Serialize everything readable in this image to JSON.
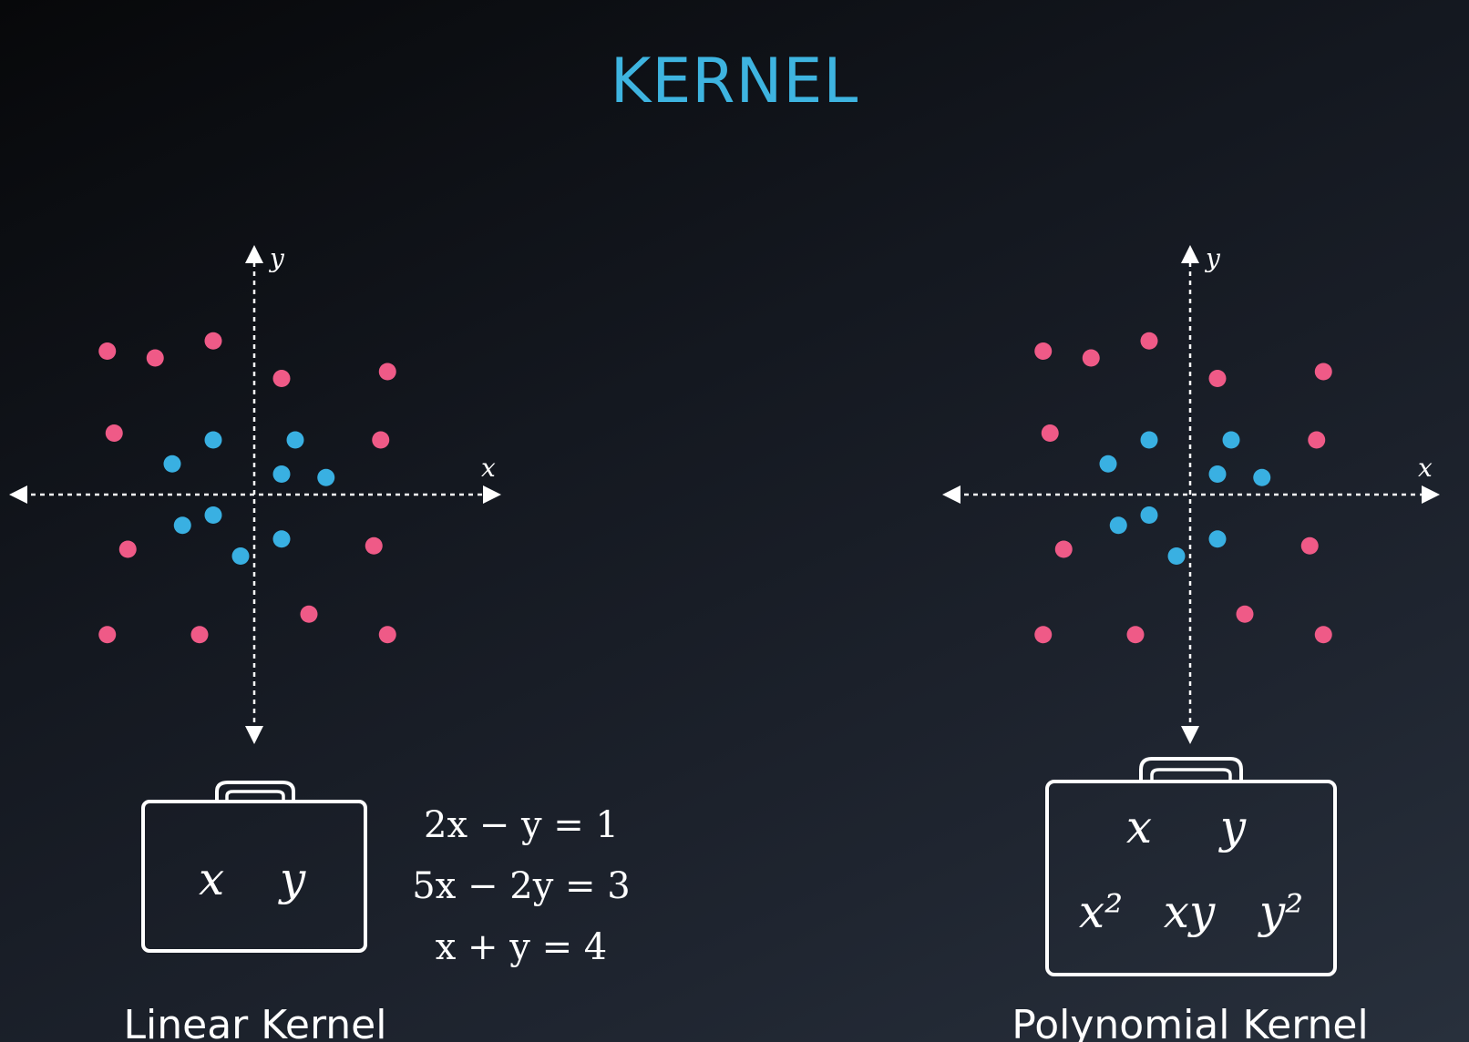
{
  "title": "KERNEL",
  "colors": {
    "title": "#3eb4e0",
    "pink_point": "#ef5a87",
    "blue_point": "#39b0e2",
    "axis": "#ffffff"
  },
  "axes": {
    "x_label": "x",
    "y_label": "y"
  },
  "points": {
    "pink": [
      [
        -4.3,
        4.2
      ],
      [
        -2.9,
        4.0
      ],
      [
        -1.2,
        4.5
      ],
      [
        0.8,
        3.4
      ],
      [
        3.9,
        3.6
      ],
      [
        -4.1,
        1.8
      ],
      [
        3.7,
        1.6
      ],
      [
        -3.7,
        -1.6
      ],
      [
        3.5,
        -1.5
      ],
      [
        -4.3,
        -4.1
      ],
      [
        -1.6,
        -4.1
      ],
      [
        1.6,
        -3.5
      ],
      [
        3.9,
        -4.1
      ]
    ],
    "blue": [
      [
        -1.2,
        1.6
      ],
      [
        -2.4,
        0.9
      ],
      [
        1.2,
        1.6
      ],
      [
        0.8,
        0.6
      ],
      [
        2.1,
        0.5
      ],
      [
        -1.2,
        -0.6
      ],
      [
        -2.1,
        -0.9
      ],
      [
        0.8,
        -1.3
      ],
      [
        -0.4,
        -1.8
      ]
    ]
  },
  "linear": {
    "vars": [
      "x",
      "y"
    ],
    "equations": [
      "2x − y = 1",
      "5x − 2y = 3",
      "x + y = 4"
    ],
    "caption": "Linear Kernel"
  },
  "polynomial": {
    "row1": [
      "x",
      "y"
    ],
    "row2": [
      "x²",
      "xy",
      "y²"
    ],
    "caption": "Polynomial Kernel"
  }
}
